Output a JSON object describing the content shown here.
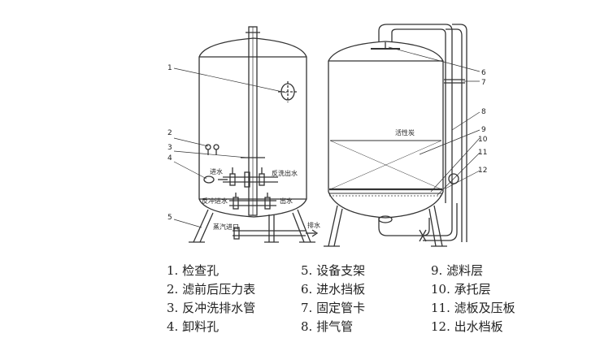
{
  "left_callouts": [
    "1",
    "2",
    "3",
    "4",
    "5"
  ],
  "right_callouts": [
    "6",
    "7",
    "8",
    "9",
    "10",
    "11",
    "12"
  ],
  "inner_labels": {
    "inlet": "进水",
    "backwash_out": "反洗出水",
    "backwash_in": "反冲进水",
    "outlet": "出水",
    "steam_inlet": "蒸汽进口",
    "drain": "排水",
    "activated_carbon": "活性炭"
  },
  "legend": [
    {
      "text": "1. 检查孔"
    },
    {
      "text": "2. 滤前后压力表"
    },
    {
      "text": "3. 反冲洗排水管"
    },
    {
      "text": "4. 卸料孔"
    },
    {
      "text": "5. 设备支架"
    },
    {
      "text": "6. 进水挡板"
    },
    {
      "text": "7. 固定管卡"
    },
    {
      "text": "8. 排气管"
    },
    {
      "text": "9. 滤料层"
    },
    {
      "text": "10. 承托层"
    },
    {
      "text": "11. 滤板及压板"
    },
    {
      "text": "12. 出水档板"
    }
  ]
}
